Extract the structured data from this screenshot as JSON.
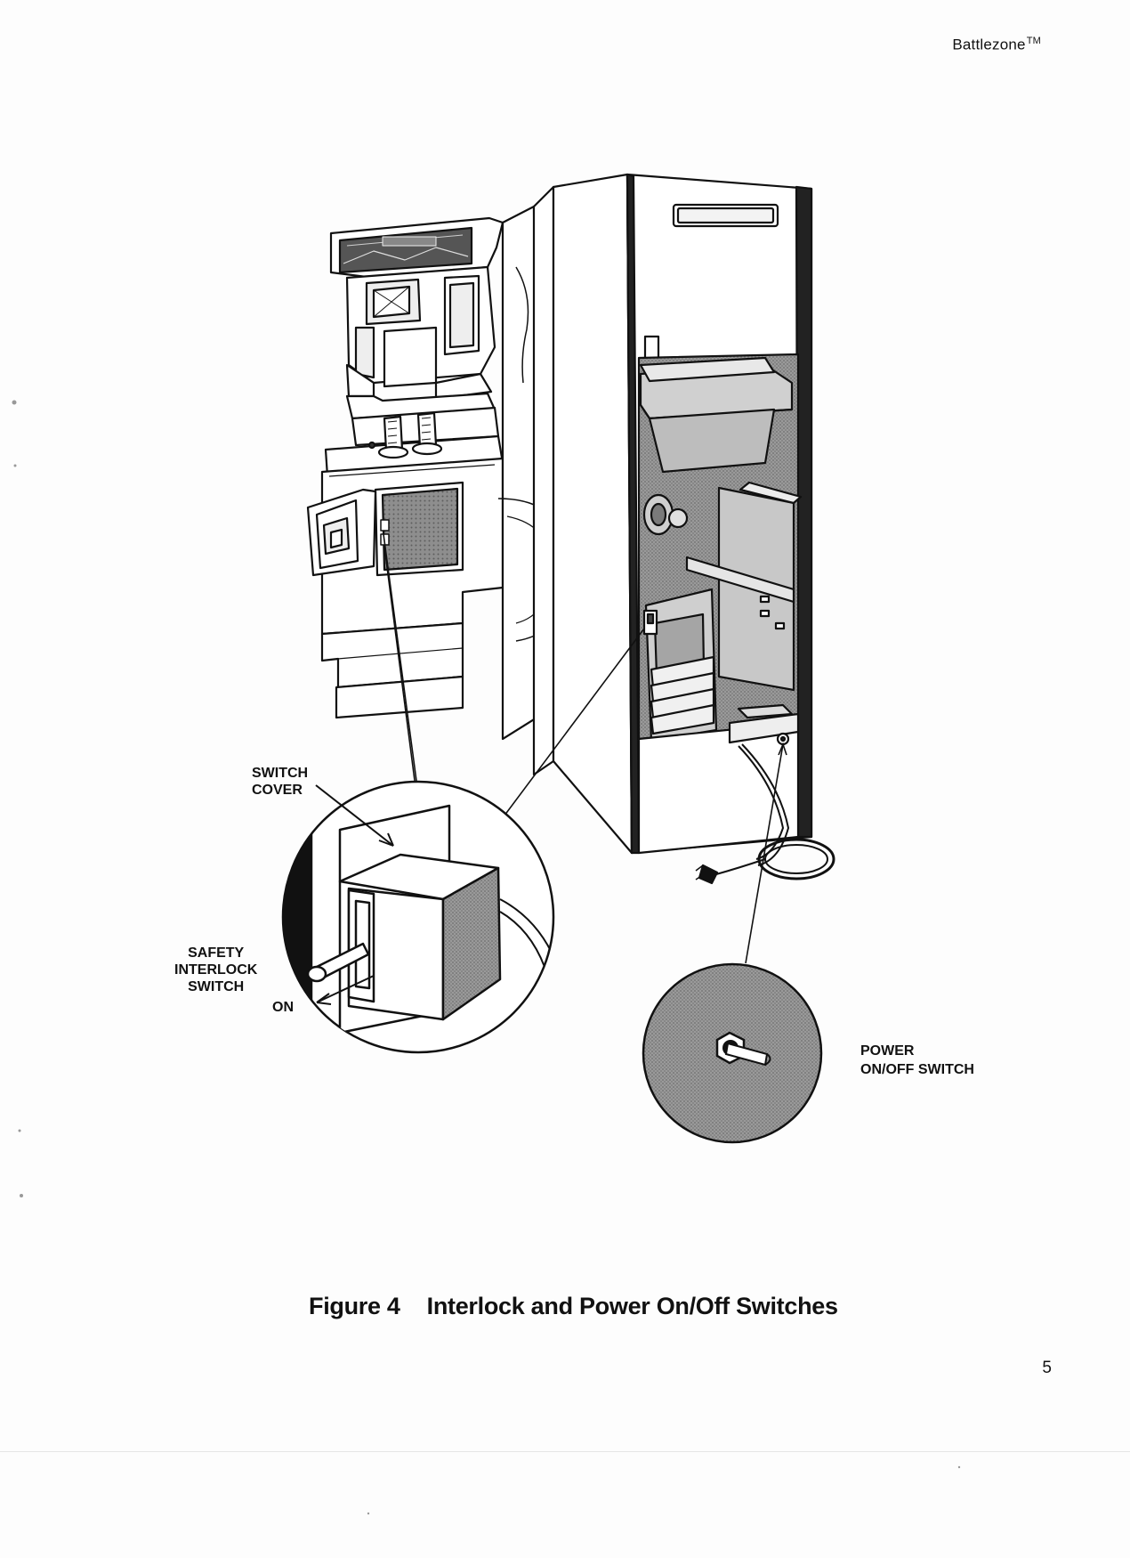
{
  "header": {
    "title": "Battlezone",
    "trademark": "TM"
  },
  "callouts": {
    "switch_cover": [
      "SWITCH",
      "COVER"
    ],
    "safety_interlock": [
      "SAFETY",
      "INTERLOCK",
      "SWITCH"
    ],
    "on": "ON",
    "power_switch": [
      "POWER",
      "ON/OFF SWITCH"
    ]
  },
  "figure": {
    "number": "Figure 4",
    "title": "Interlock and Power On/Off Switches"
  },
  "page_number": "5"
}
